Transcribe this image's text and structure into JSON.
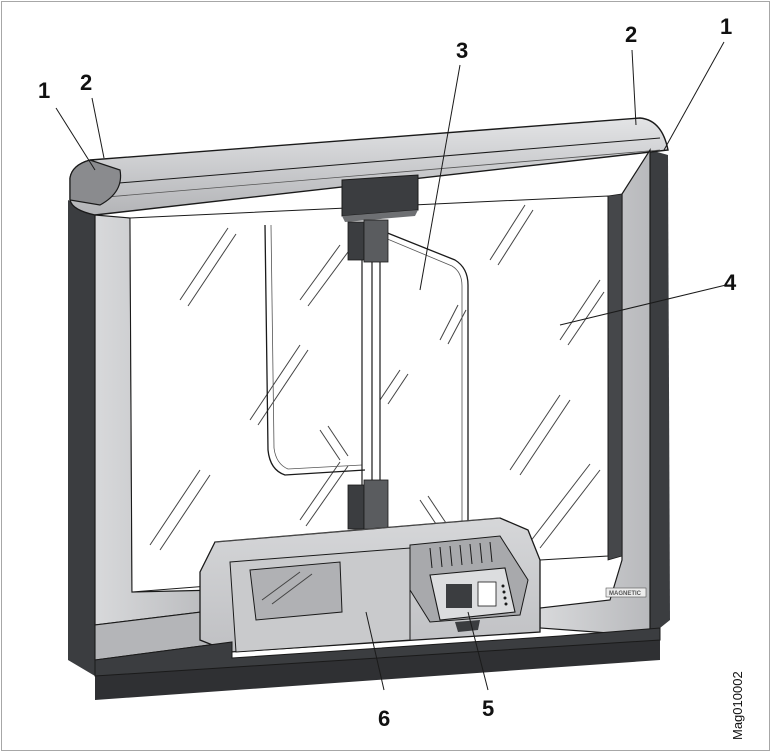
{
  "diagram": {
    "callouts": [
      {
        "id": "c1-left",
        "label": "1"
      },
      {
        "id": "c2-left",
        "label": "2"
      },
      {
        "id": "c3",
        "label": "3"
      },
      {
        "id": "c2-right",
        "label": "2"
      },
      {
        "id": "c1-right",
        "label": "1"
      },
      {
        "id": "c4",
        "label": "4"
      },
      {
        "id": "c5",
        "label": "5"
      },
      {
        "id": "c6",
        "label": "6"
      }
    ],
    "figure_id": "Mag010002",
    "brand_plate": "MAGNETIC"
  },
  "colors": {
    "frame_dark": "#3b3d40",
    "frame_mid": "#6e7073",
    "frame_light": "#d1d2d4",
    "frame_face": "#c2c3c5",
    "glass": "#ffffff",
    "line": "#1a1a1a"
  }
}
